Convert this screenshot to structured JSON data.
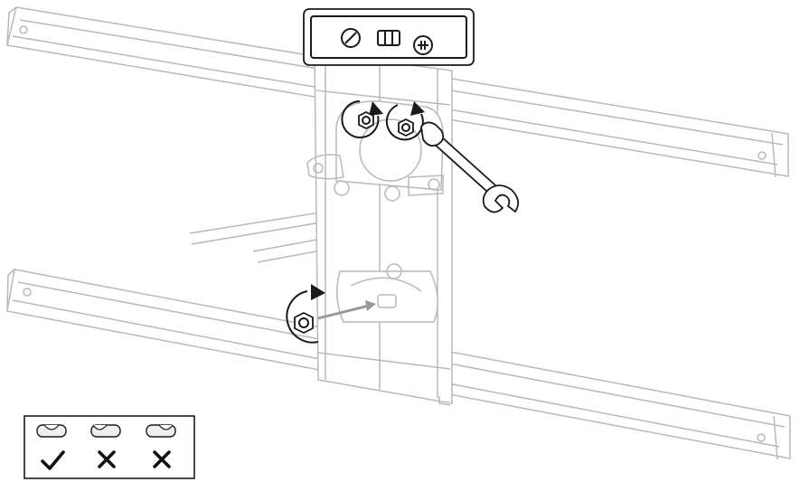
{
  "figure": {
    "subject": "wall-mount-bracket-leveling-and-tightening",
    "colors": {
      "line": "#b9b9b9",
      "emphasis": "#1a1a1a",
      "background": "#ffffff",
      "arrow": "#9a9a9a"
    },
    "icons": [
      "spirit-level-icon",
      "wrench-icon",
      "clockwise-arrow-icon",
      "hex-nut-icon",
      "check-icon",
      "cross-icon"
    ]
  },
  "legend": {
    "items": [
      {
        "name": "level-centered",
        "verdict": "correct",
        "icon": "check-icon",
        "glyph": "✓"
      },
      {
        "name": "level-bubble-left",
        "verdict": "incorrect",
        "icon": "cross-icon",
        "glyph": "✕"
      },
      {
        "name": "level-bubble-right",
        "verdict": "incorrect",
        "icon": "cross-icon",
        "glyph": "✕"
      }
    ]
  }
}
